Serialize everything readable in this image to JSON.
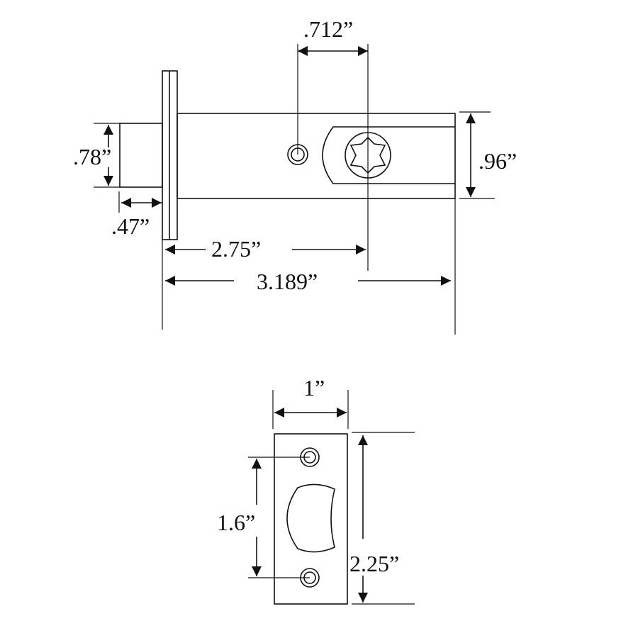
{
  "latch": {
    "backset_hole_spacing": ".712”",
    "bolt_height": ".78”",
    "body_height": ".96”",
    "bolt_projection": ".47”",
    "backset": "2.75”",
    "overall_length": "3.189”"
  },
  "strike": {
    "width": "1”",
    "hole_spacing": "1.6”",
    "height": "2.25”"
  },
  "colors": {
    "line": "#111111",
    "faceplate_fill": "#e6e6e6"
  }
}
